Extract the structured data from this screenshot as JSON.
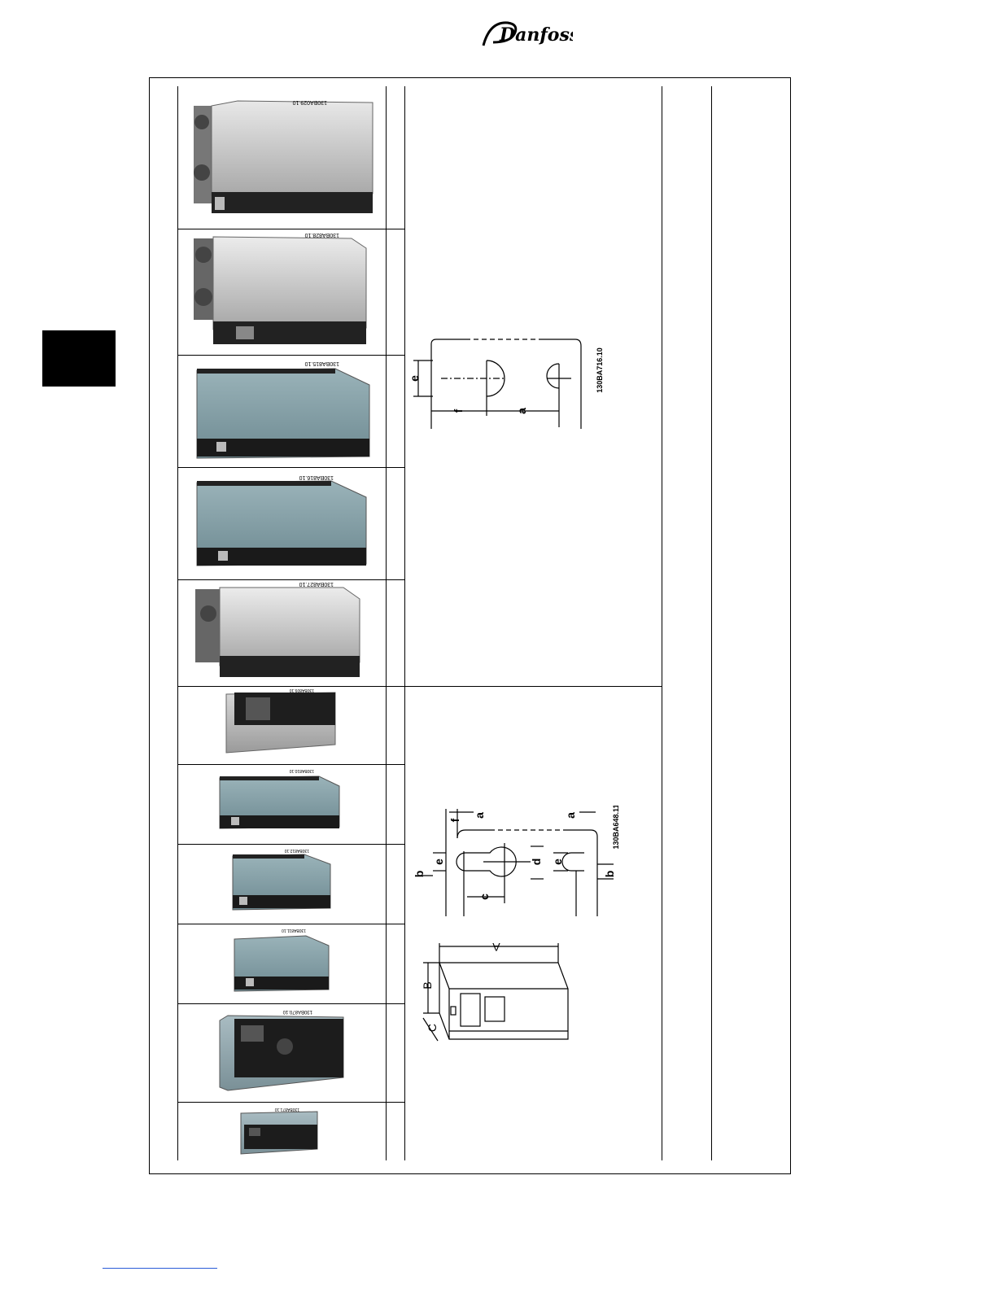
{
  "header": {
    "logo_text": "Danfoss"
  },
  "products": [
    {
      "code": "130BA029.10",
      "style": "grey"
    },
    {
      "code": "130BA828.10",
      "style": "grey"
    },
    {
      "code": "130BA815.10",
      "style": "blue"
    },
    {
      "code": "130BA816.10",
      "style": "blue"
    },
    {
      "code": "130BA827.10",
      "style": "grey"
    },
    {
      "code": "130BA809.10",
      "style": "grey-small"
    },
    {
      "code": "130BA810.10",
      "style": "blue-small"
    },
    {
      "code": "130BA812.10",
      "style": "blue-small"
    },
    {
      "code": "130BA811.10",
      "style": "blue-small"
    },
    {
      "code": "130BA870.10",
      "style": "blue-front"
    },
    {
      "code": "130BA871.10",
      "style": "blue-front"
    }
  ],
  "diagram1": {
    "code": "130BA716.10",
    "labels": {
      "e": "e",
      "f": "f",
      "a": "a"
    }
  },
  "diagram2": {
    "code": "130BA648.11",
    "labels": {
      "a1": "a",
      "a2": "a",
      "f": "f",
      "b1": "b",
      "b2": "b",
      "e1": "e",
      "e2": "e",
      "d": "d",
      "c": "c"
    }
  },
  "diagram3": {
    "labels": {
      "A": "A",
      "B": "B",
      "C": "C"
    }
  }
}
